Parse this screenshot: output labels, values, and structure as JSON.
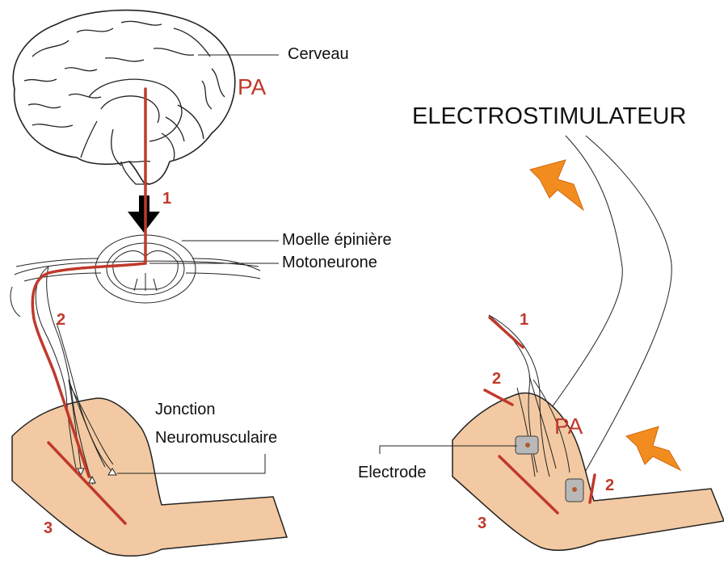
{
  "labels": {
    "cerveau": "Cerveau",
    "pa_left": "PA",
    "moelle": "Moelle épinière",
    "motoneurone": "Motoneurone",
    "jonction_line1": "Jonction",
    "jonction_line2": "Neuromusculaire",
    "electrostimulateur": "ELECTROSTIMULATEUR",
    "pa_right": "PA",
    "electrode": "Electrode"
  },
  "steps_left": [
    "1",
    "2",
    "3"
  ],
  "steps_right": [
    "1",
    "2",
    "2",
    "3"
  ],
  "colors": {
    "signal_red": "#c0392b",
    "skin": "#f2c9a2",
    "lightning": "#f28c1e",
    "electrode": "#b8b8b8",
    "arrow": "#000000"
  },
  "icons": [
    "brain-icon",
    "spinal-cord-icon",
    "arm-icon",
    "lightning-icon",
    "electrode-pad-icon",
    "down-arrow-icon"
  ]
}
